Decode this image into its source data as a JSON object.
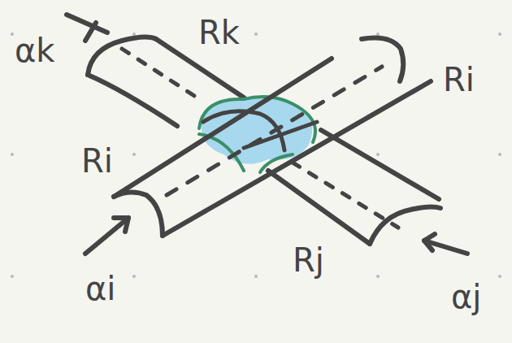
{
  "diagram": {
    "labels": [
      "αk",
      "Rk",
      "Ri",
      "Ri",
      "Rj",
      "αi",
      "αj"
    ]
  }
}
